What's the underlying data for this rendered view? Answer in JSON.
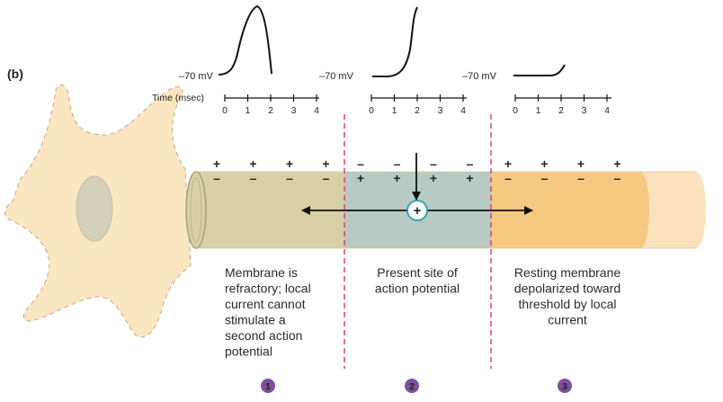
{
  "panel_label": "(b)",
  "colors": {
    "cell_fill": "#fbe6c2",
    "refractory_fill": "#d7cfa6",
    "active_fill": "#b9c9c3",
    "resting_fill": "#f6c882",
    "axon_end_fill": "#fbe2bd",
    "divider": "#e0336e",
    "badge": "#7d4f9c",
    "positive_charge": "#1fa3b4"
  },
  "graphs": [
    {
      "mv_label": "–70 mV",
      "time_label": "Time (msec)",
      "ticks": [
        "0",
        "1",
        "2",
        "3",
        "4"
      ]
    },
    {
      "mv_label": "–70 mV",
      "ticks": [
        "0",
        "1",
        "2",
        "3",
        "4"
      ]
    },
    {
      "mv_label": "–70 mV",
      "ticks": [
        "0",
        "1",
        "2",
        "3",
        "4"
      ]
    }
  ],
  "charges": {
    "segment1_top": [
      "+",
      "+",
      "+",
      "+"
    ],
    "segment1_bottom": [
      "–",
      "–",
      "–",
      "–"
    ],
    "segment2_top": [
      "–",
      "–",
      "–",
      "–"
    ],
    "segment2_bottom": [
      "+",
      "+",
      "+",
      "+"
    ],
    "segment3_top": [
      "+",
      "+",
      "+",
      "+"
    ],
    "segment3_bottom": [
      "–",
      "–",
      "–",
      "–"
    ]
  },
  "center_charge": "+",
  "captions": [
    {
      "lines": [
        "Membrane is",
        "refractory; local",
        "current cannot",
        "stimulate a",
        "second action",
        "potential"
      ]
    },
    {
      "lines": [
        "Present site of",
        "action potential"
      ]
    },
    {
      "lines": [
        "Resting membrane",
        "depolarized toward",
        "threshold by local",
        "current"
      ]
    }
  ],
  "badges": [
    "1",
    "2",
    "3"
  ]
}
